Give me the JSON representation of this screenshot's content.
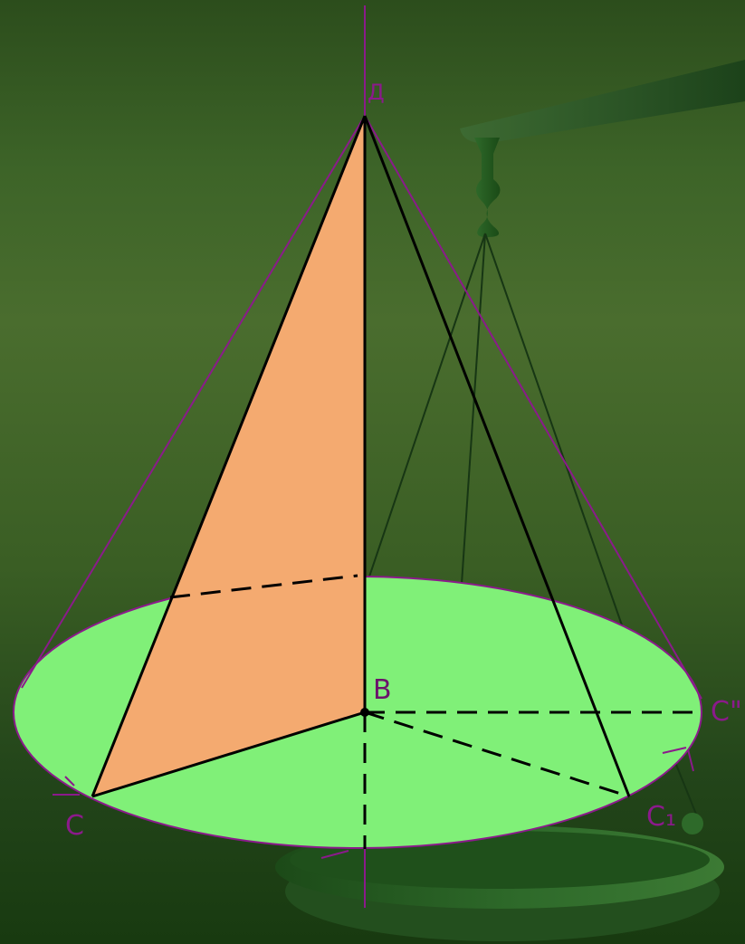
{
  "diagram": {
    "labels": {
      "apex": "Д",
      "center": "В",
      "point_c": "С",
      "point_c1": "С₁",
      "point_c2": "С\""
    },
    "colors": {
      "background_top": "#2c4d1c",
      "background_bottom": "#183a10",
      "base_fill": "#80f078",
      "triangle_fill": "#f4aa70",
      "cone_outline": "#8b1a8b",
      "edge_black": "#000000",
      "scale_pan": "#2a5a22"
    }
  }
}
